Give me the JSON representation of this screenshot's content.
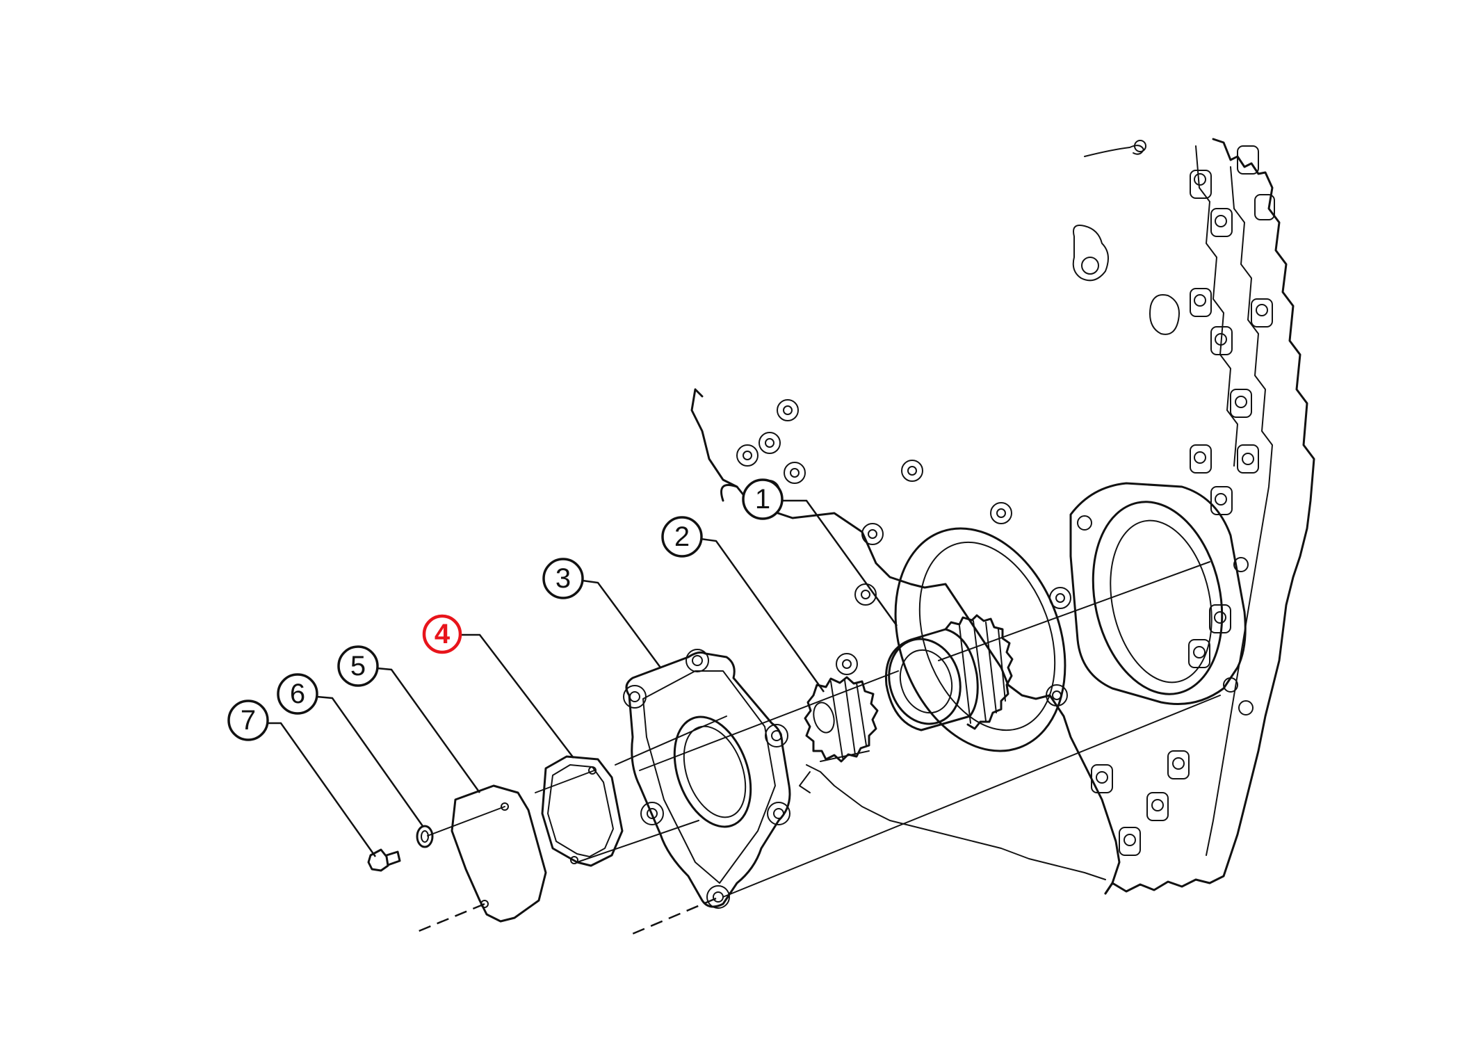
{
  "callouts": [
    {
      "id": "1",
      "label": "1",
      "highlighted": false
    },
    {
      "id": "2",
      "label": "2",
      "highlighted": false
    },
    {
      "id": "3",
      "label": "3",
      "highlighted": false
    },
    {
      "id": "4",
      "label": "4",
      "highlighted": true
    },
    {
      "id": "5",
      "label": "5",
      "highlighted": false
    },
    {
      "id": "6",
      "label": "6",
      "highlighted": false
    },
    {
      "id": "7",
      "label": "7",
      "highlighted": false
    }
  ],
  "colors": {
    "line": "#111111",
    "highlight": "#e8141b",
    "background": "#ffffff"
  }
}
